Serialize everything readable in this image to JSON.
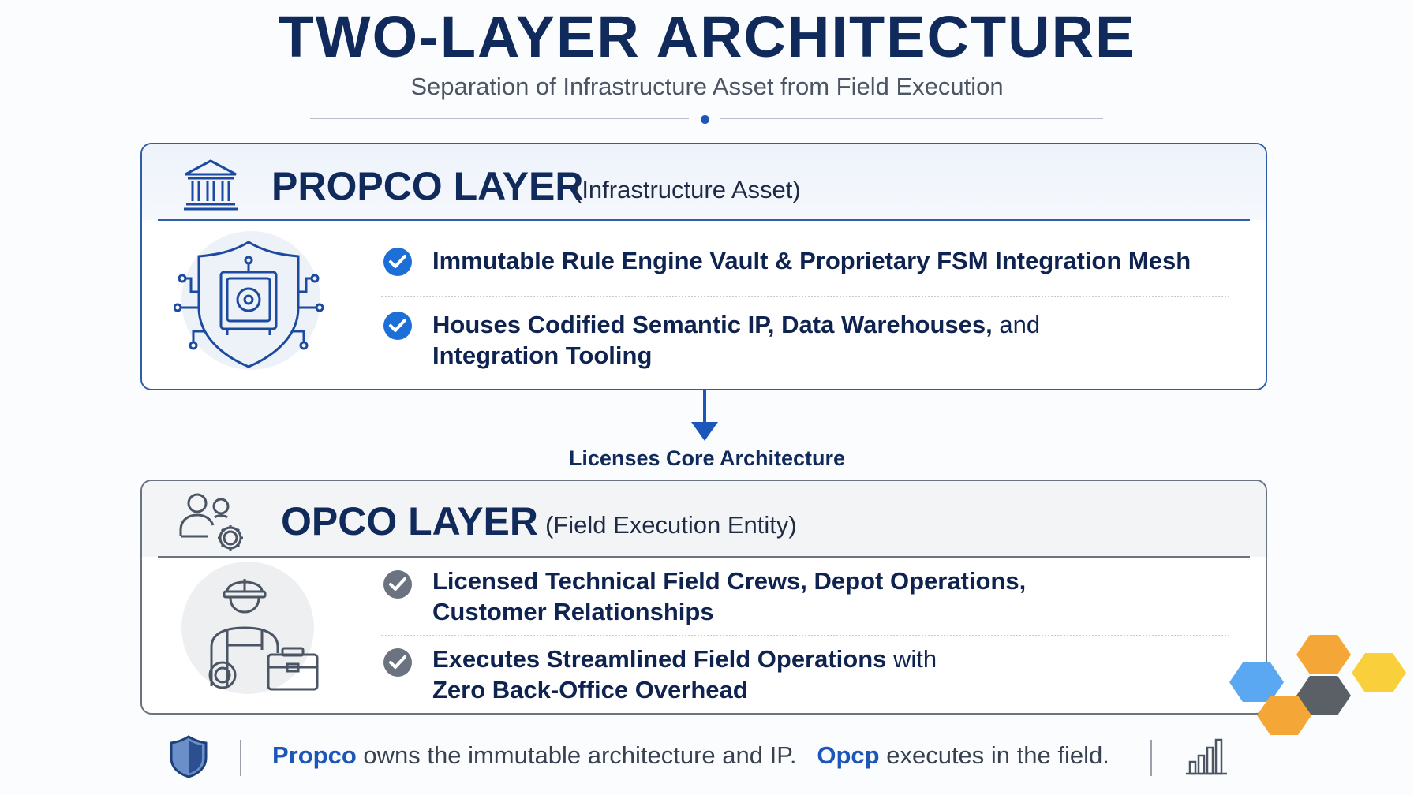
{
  "header": {
    "title": "TWO-LAYER ARCHITECTURE",
    "subtitle": "Separation of Infrastructure Asset from Field Execution"
  },
  "propco": {
    "title": "PROPCO LAYER",
    "subtitle": "(Infrastructure Asset)",
    "header_icon": "bank-building-icon",
    "illustration": "shield-vault-icon",
    "bullets": [
      {
        "text": "Immutable Rule Engine Vault & Proprietary FSM Integration Mesh"
      },
      {
        "line1_bold": "Houses Codified Semantic IP, Data Warehouses,",
        "line1_plain": " and",
        "line2": "Integration Tooling"
      }
    ]
  },
  "connector": {
    "label": "Licenses Core Architecture"
  },
  "opco": {
    "title": "OPCO LAYER",
    "subtitle": "(Field Execution Entity)",
    "header_icon": "people-gear-icon",
    "illustration": "field-worker-toolbox-icon",
    "bullets": [
      {
        "line1": "Licensed Technical Field Crews, Depot Operations,",
        "line2": "Customer Relationships"
      },
      {
        "line1_bold": "Executes Streamlined Field Operations",
        "line1_plain": " with",
        "line2": "Zero Back-Office Overhead"
      }
    ]
  },
  "footer": {
    "left_icon": "shield-icon",
    "right_icon": "bar-chart-icon",
    "propco_word": "Propco",
    "propco_text": " owns the immutable architecture and IP.",
    "opco_word": "Opcp",
    "opco_text": " executes in the field."
  },
  "colors": {
    "navy": "#112a5c",
    "accent_blue": "#1c56b8",
    "propco_border": "#2f5ea8",
    "opco_border": "#6b7280",
    "check_grey": "#6b7280"
  }
}
